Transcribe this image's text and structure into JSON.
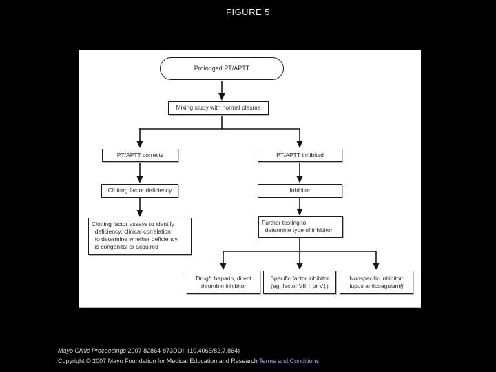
{
  "page": {
    "title": "FIGURE 5"
  },
  "flowchart": {
    "nodes": {
      "prolonged": "Prolonged PT/APTT",
      "mixing": "Mixing study with normal plasma",
      "corrects": "PT/APTT corrects",
      "inhibited": "PT/APTT inhibited",
      "clotting_factor_deficiency": "Clotting factor deficiency",
      "inhibitor": "Inhibitor",
      "assays": "Clotting factor assays to identify\n  deficiency; clinical correlation\n  to determine whether deficiency\n  is congenital or acquired",
      "further_testing": "Further testing to\n  determine type of inhibitor",
      "drug": "Drug*: heparin, direct\nthrombin inhibitor",
      "specific_factor": "Specific factor inhibitor\n(eg, factor VIII† or V‡)",
      "nonspecific": "Nonspecific inhibitor:\nlupus anticoagulant§"
    }
  },
  "footer": {
    "citation_journal": "Mayo Clinic Proceedings",
    "citation_rest": " 2007 82864-873DOI: (10.4065/82.7.864)",
    "copyright_text": "Copyright © 2007 Mayo Foundation for Medical Education and Research ",
    "terms_link": "Terms and Conditions"
  },
  "colors": {
    "background": "#000000",
    "canvas": "#ffffff",
    "node_border": "#1c1c1c",
    "node_text": "#262626",
    "footer_text": "#dcdcdc",
    "link": "#a8a8e4"
  }
}
